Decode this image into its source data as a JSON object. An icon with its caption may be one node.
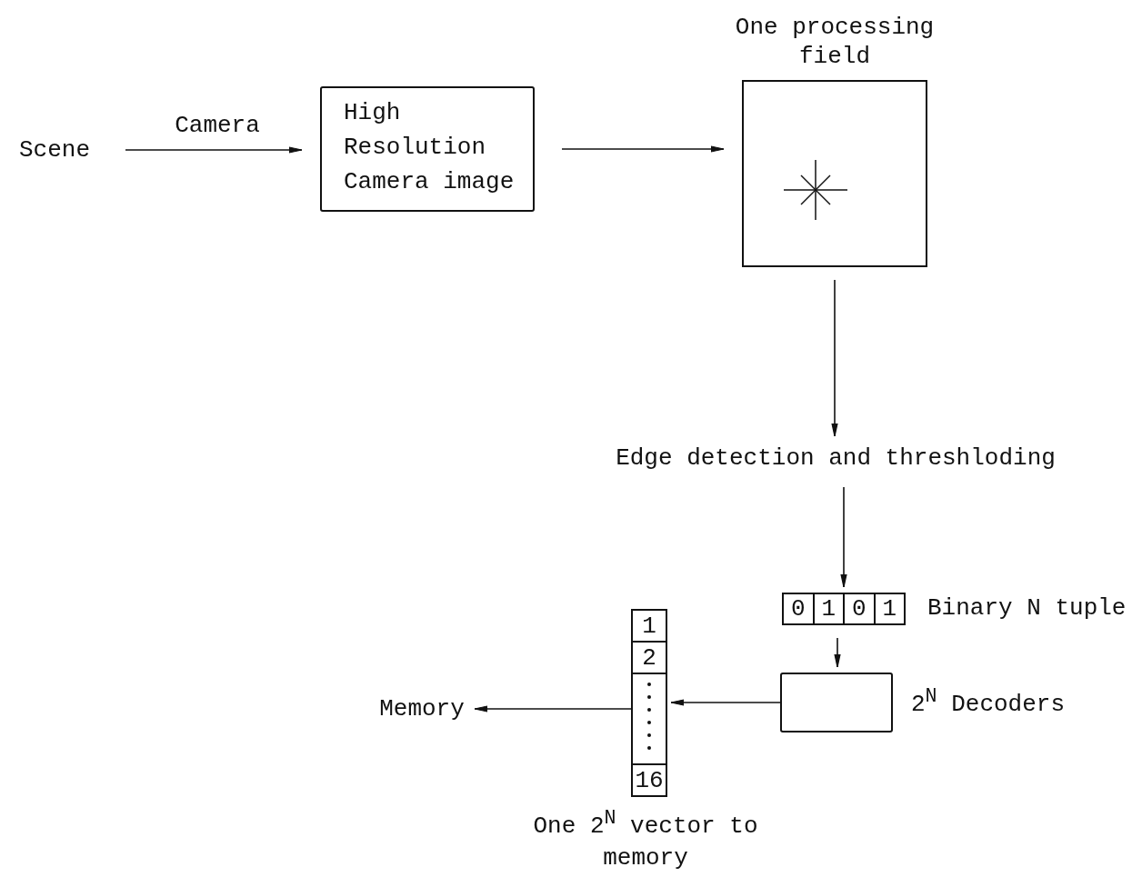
{
  "diagram": {
    "nodes": [
      {
        "text": [
          "Scene"
        ]
      },
      {
        "text": [
          "High Resolution Camera image"
        ]
      },
      {
        "text": [
          "One processing field"
        ]
      },
      {
        "text": [
          "Edge detection and threshloding"
        ]
      },
      {
        "text": [
          "0",
          "1",
          "0",
          "1"
        ],
        "beside": [
          "Binary N tuple"
        ]
      },
      {
        "text": [],
        "shape": "box",
        "beside": [
          "2$^{N}$ Decoders"
        ]
      },
      {
        "text": [
          "1",
          "2",
          "16"
        ],
        "beside": [
          "One 2$^{N}$ vector to memory"
        ]
      },
      {
        "text": [
          "Memory"
        ]
      }
    ],
    "edges": [
      {
        "from": 0,
        "to": 1,
        "arrow": "to",
        "label": "Camera"
      },
      {
        "from": 1,
        "to": 2,
        "arrow": "to"
      },
      {
        "from": 2,
        "to": 3,
        "arrow": "to"
      },
      {
        "from": 3,
        "to": 4,
        "arrow": "to"
      },
      {
        "from": 4,
        "to": 5,
        "arrow": "to"
      },
      {
        "from": 5,
        "to": 6,
        "arrow": "to"
      },
      {
        "from": 6,
        "to": 7,
        "arrow": "to"
      }
    ]
  }
}
